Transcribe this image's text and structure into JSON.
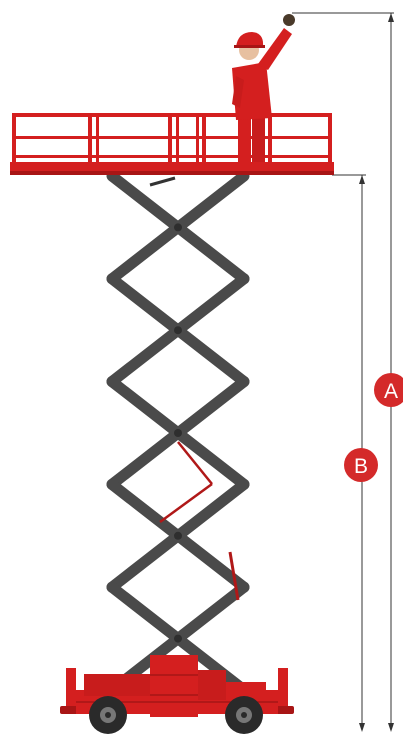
{
  "colors": {
    "machine_red": "#d41f1f",
    "machine_red_dark": "#a81515",
    "scissor_gray": "#4a4a4a",
    "scissor_dark": "#2e2e2e",
    "dimension_line": "#333333",
    "badge_red": "#d42a2a",
    "badge_text": "#ffffff",
    "wheel": "#2a2a2a"
  },
  "labels": {
    "dimension_a": "A",
    "dimension_b": "B"
  },
  "icons": {
    "worker": "worker-figure",
    "platform": "guardrail-platform",
    "scissor": "scissor-lift-arms",
    "base": "chassis-with-wheels"
  }
}
